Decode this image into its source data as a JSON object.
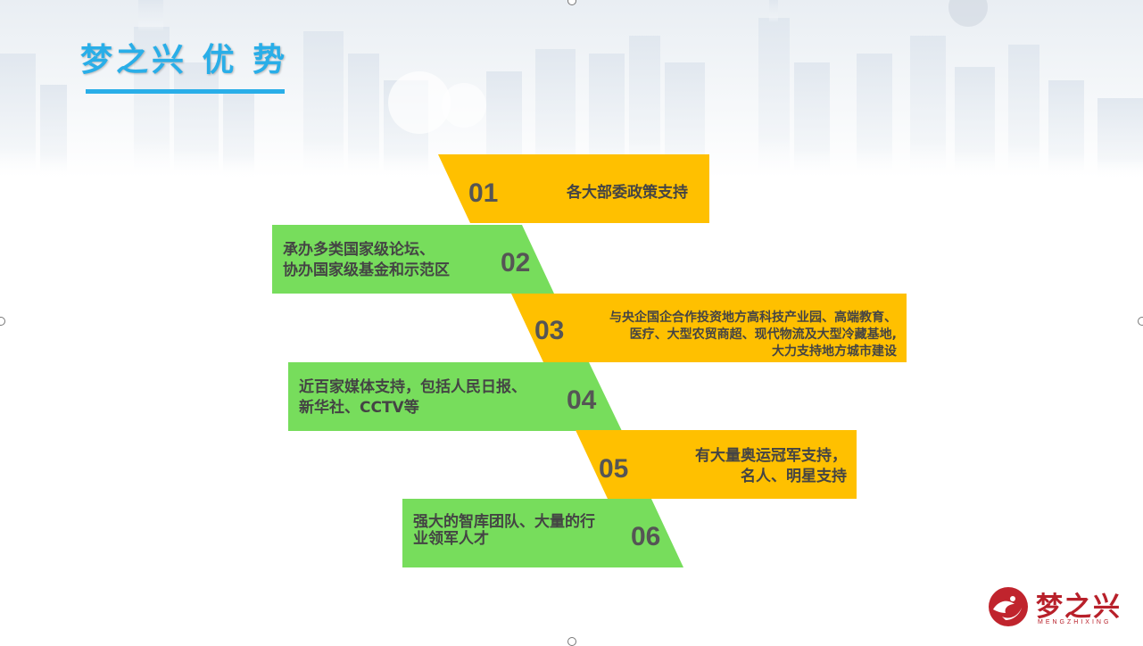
{
  "title": "梦之兴 优 势",
  "colors": {
    "title": "#29aee8",
    "yellow": "#ffc000",
    "green": "#77dd5c",
    "logo": "#b8202a"
  },
  "steps": [
    {
      "num": "01",
      "text": "各大部委政策支持",
      "color": "yellow"
    },
    {
      "num": "02",
      "text": "承办多类国家级论坛、\n协办国家级基金和示范区",
      "color": "green"
    },
    {
      "num": "03",
      "text": "与央企国企合作投资地方高科技产业园、高端教育、\n医疗、大型农贸商超、现代物流及大型冷藏基地,\n大力支持地方城市建设",
      "color": "yellow"
    },
    {
      "num": "04",
      "text": "近百家媒体支持，包括人民日报、\n新华社、CCTV等",
      "color": "green"
    },
    {
      "num": "05",
      "text": "有大量奥运冠军支持，\n名人、明星支持",
      "color": "yellow"
    },
    {
      "num": "06",
      "text": "强大的智库团队、大量的行\n业领军人才",
      "color": "green"
    }
  ],
  "logo": {
    "text": "梦之兴",
    "sub": "MENGZHIXING",
    "icon": "dragon-swirl-icon"
  }
}
